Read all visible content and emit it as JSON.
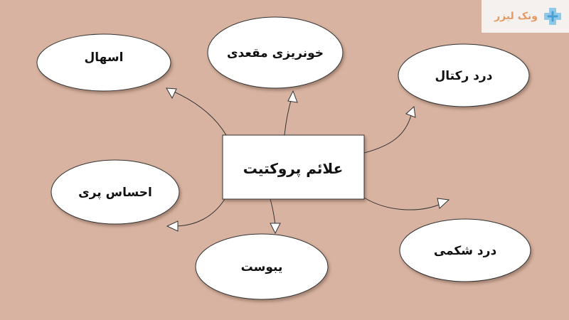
{
  "diagram": {
    "center": {
      "label": "علائم پروکتیت"
    },
    "nodes": [
      {
        "id": "diarrhea",
        "label": "اسهال"
      },
      {
        "id": "rectal-bleeding",
        "label": "خونریزی مقعدی"
      },
      {
        "id": "rectal-pain",
        "label": "درد رکتال"
      },
      {
        "id": "fullness",
        "label": "احساس پری"
      },
      {
        "id": "constipation",
        "label": "یبوست"
      },
      {
        "id": "abdominal-pain",
        "label": "درد شکمی"
      }
    ]
  },
  "logo": {
    "text": "ونک لیزر",
    "text_color": "#e59a62",
    "mark_colors": [
      "#8fc8e8",
      "#4a9fd4"
    ]
  },
  "colors": {
    "background": "#d8b3a1",
    "node_fill": "#ffffff",
    "stroke": "#333333"
  }
}
